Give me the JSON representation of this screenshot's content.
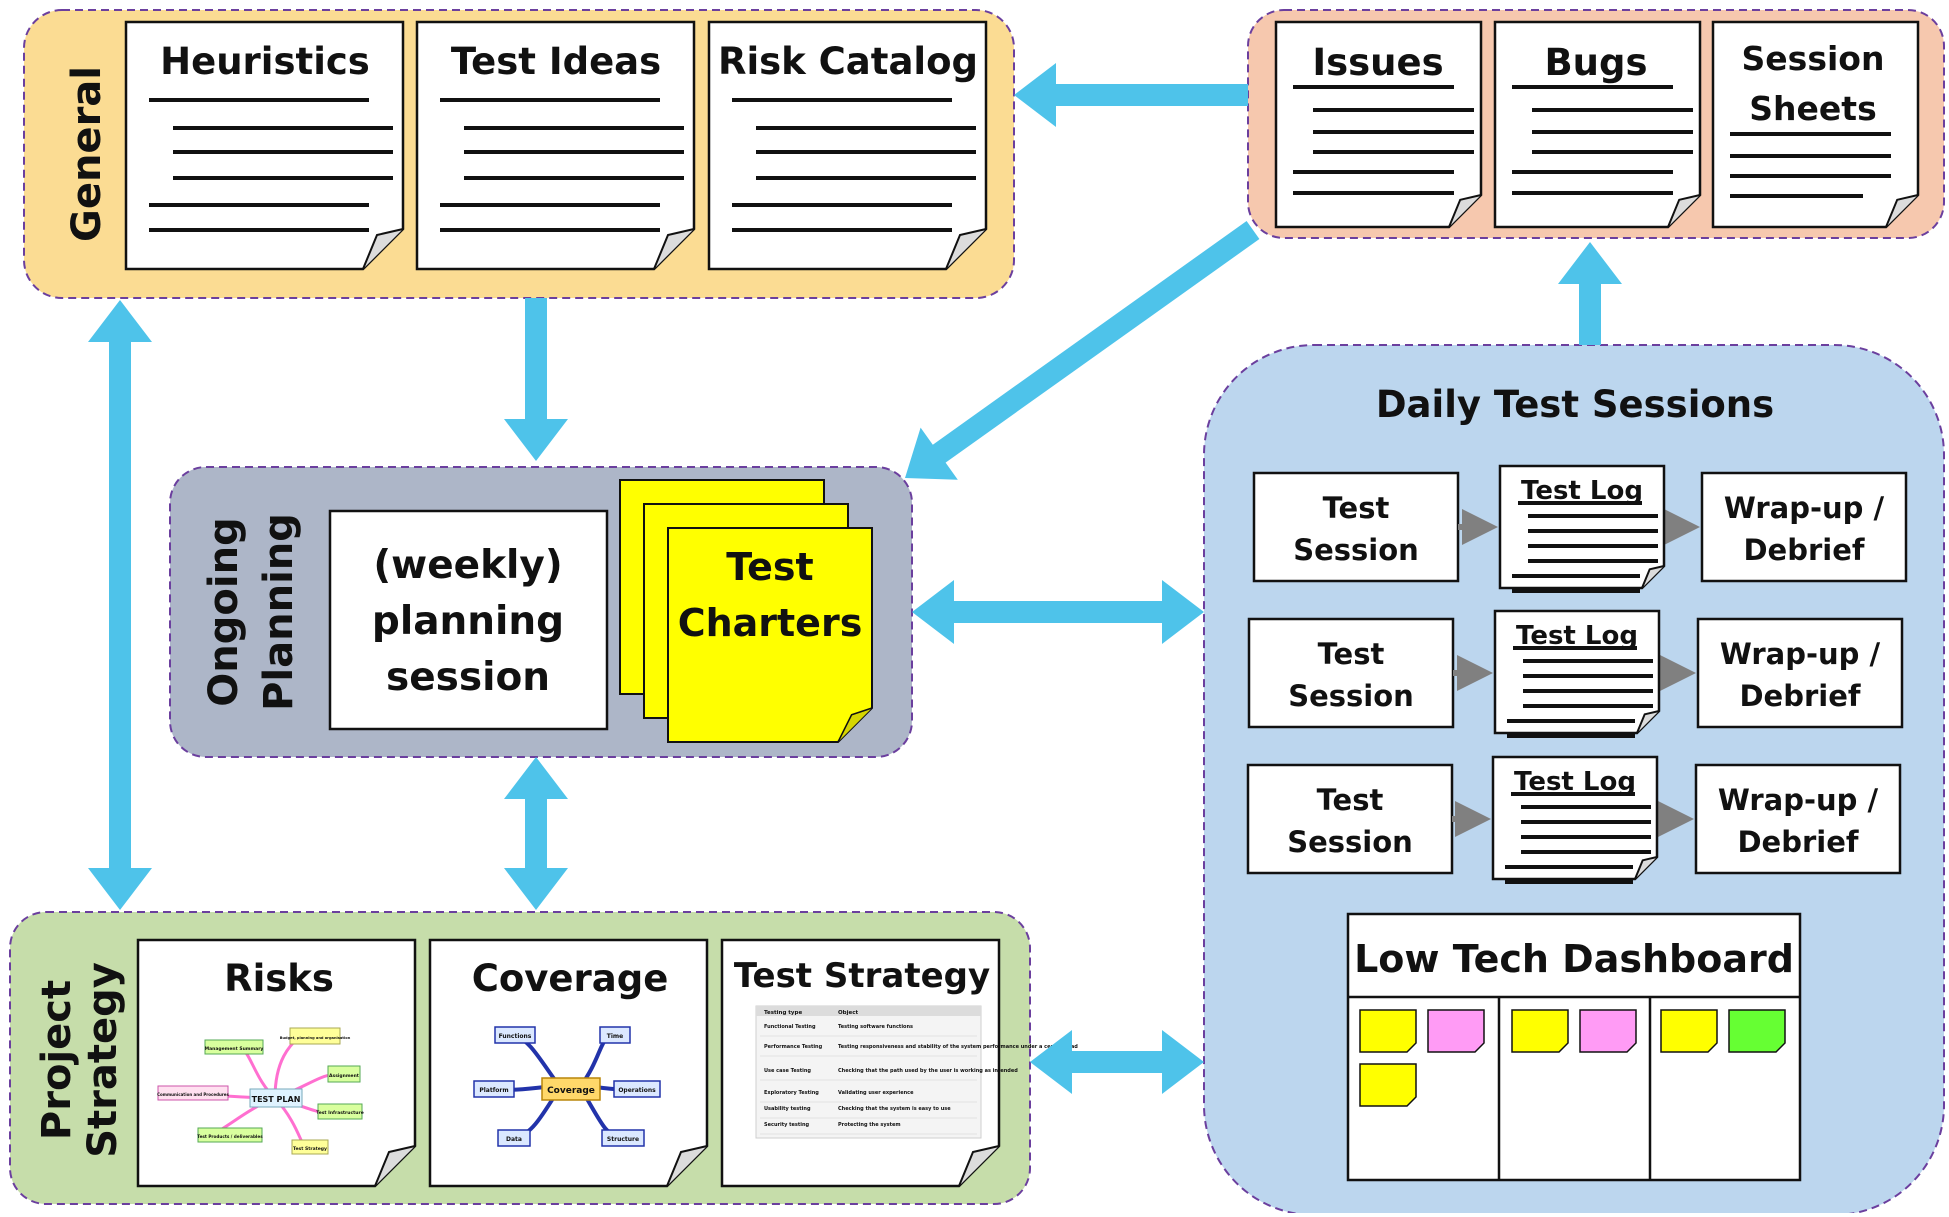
{
  "colors": {
    "general_bg": "#fbdc93",
    "issues_bg": "#f6c8ae",
    "planning_bg": "#adb6c8",
    "strategy_bg": "#c6ddaa",
    "daily_bg": "#bcd6ee",
    "container_border": "#6b3f9e",
    "arrow": "#4ec3ea",
    "small_arrow": "#808080",
    "charter_yellow": "#ffff00",
    "sticky_yellow": "#ffff00",
    "sticky_pink": "#ff9bf5",
    "sticky_green": "#66ff33"
  },
  "general": {
    "label": "General",
    "docs": [
      "Heuristics",
      "Test Ideas",
      "Risk Catalog"
    ]
  },
  "issues_group": {
    "docs": [
      "Issues",
      "Bugs"
    ],
    "session_sheets": [
      "Session",
      "Sheets"
    ]
  },
  "planning": {
    "label_lines": [
      "Ongoing",
      "Planning"
    ],
    "session_lines": [
      "(weekly)",
      "planning",
      "session"
    ],
    "charters_lines": [
      "Test",
      "Charters"
    ]
  },
  "daily": {
    "title": "Daily Test Sessions",
    "rows": [
      {
        "session": [
          "Test",
          "Session"
        ],
        "log": "Test Log",
        "wrap": [
          "Wrap-up /",
          "Debrief"
        ]
      },
      {
        "session": [
          "Test",
          "Session"
        ],
        "log": "Test Log",
        "wrap": [
          "Wrap-up /",
          "Debrief"
        ]
      },
      {
        "session": [
          "Test",
          "Session"
        ],
        "log": "Test Log",
        "wrap": [
          "Wrap-up /",
          "Debrief"
        ]
      }
    ],
    "dashboard": {
      "title": "Low Tech Dashboard",
      "columns": [
        [
          "yellow",
          "pink",
          "yellow"
        ],
        [
          "yellow",
          "pink"
        ],
        [
          "yellow",
          "green"
        ]
      ]
    }
  },
  "strategy": {
    "label_lines": [
      "Project",
      "Strategy"
    ],
    "docs": [
      "Risks",
      "Coverage",
      "Test Strategy"
    ],
    "mindmap_risks": {
      "center": "TEST PLAN",
      "nodes": [
        "Management Summary",
        "Budget, planning and organisation",
        "Assignment",
        "Test Infrastructure",
        "Test Strategy",
        "Test Products / deliverables",
        "Communication and Procedures"
      ]
    },
    "mindmap_coverage": {
      "center": "Coverage",
      "nodes": [
        "Functions",
        "Time",
        "Platform",
        "Operations",
        "Data",
        "Structure"
      ]
    },
    "strategy_table": {
      "headers": [
        "Testing type",
        "Object"
      ],
      "rows": [
        [
          "Functional Testing",
          "Testing software functions"
        ],
        [
          "Performance Testing",
          "Testing responsiveness and stability of the system performance under a certain load"
        ],
        [
          "Use case Testing",
          "Checking that the path used by the user is working as intended"
        ],
        [
          "Exploratory Testing",
          "Validating user experience"
        ],
        [
          "Usability testing",
          "Checking that the system is easy to use"
        ],
        [
          "Security testing",
          "Protecting the system"
        ]
      ]
    }
  }
}
